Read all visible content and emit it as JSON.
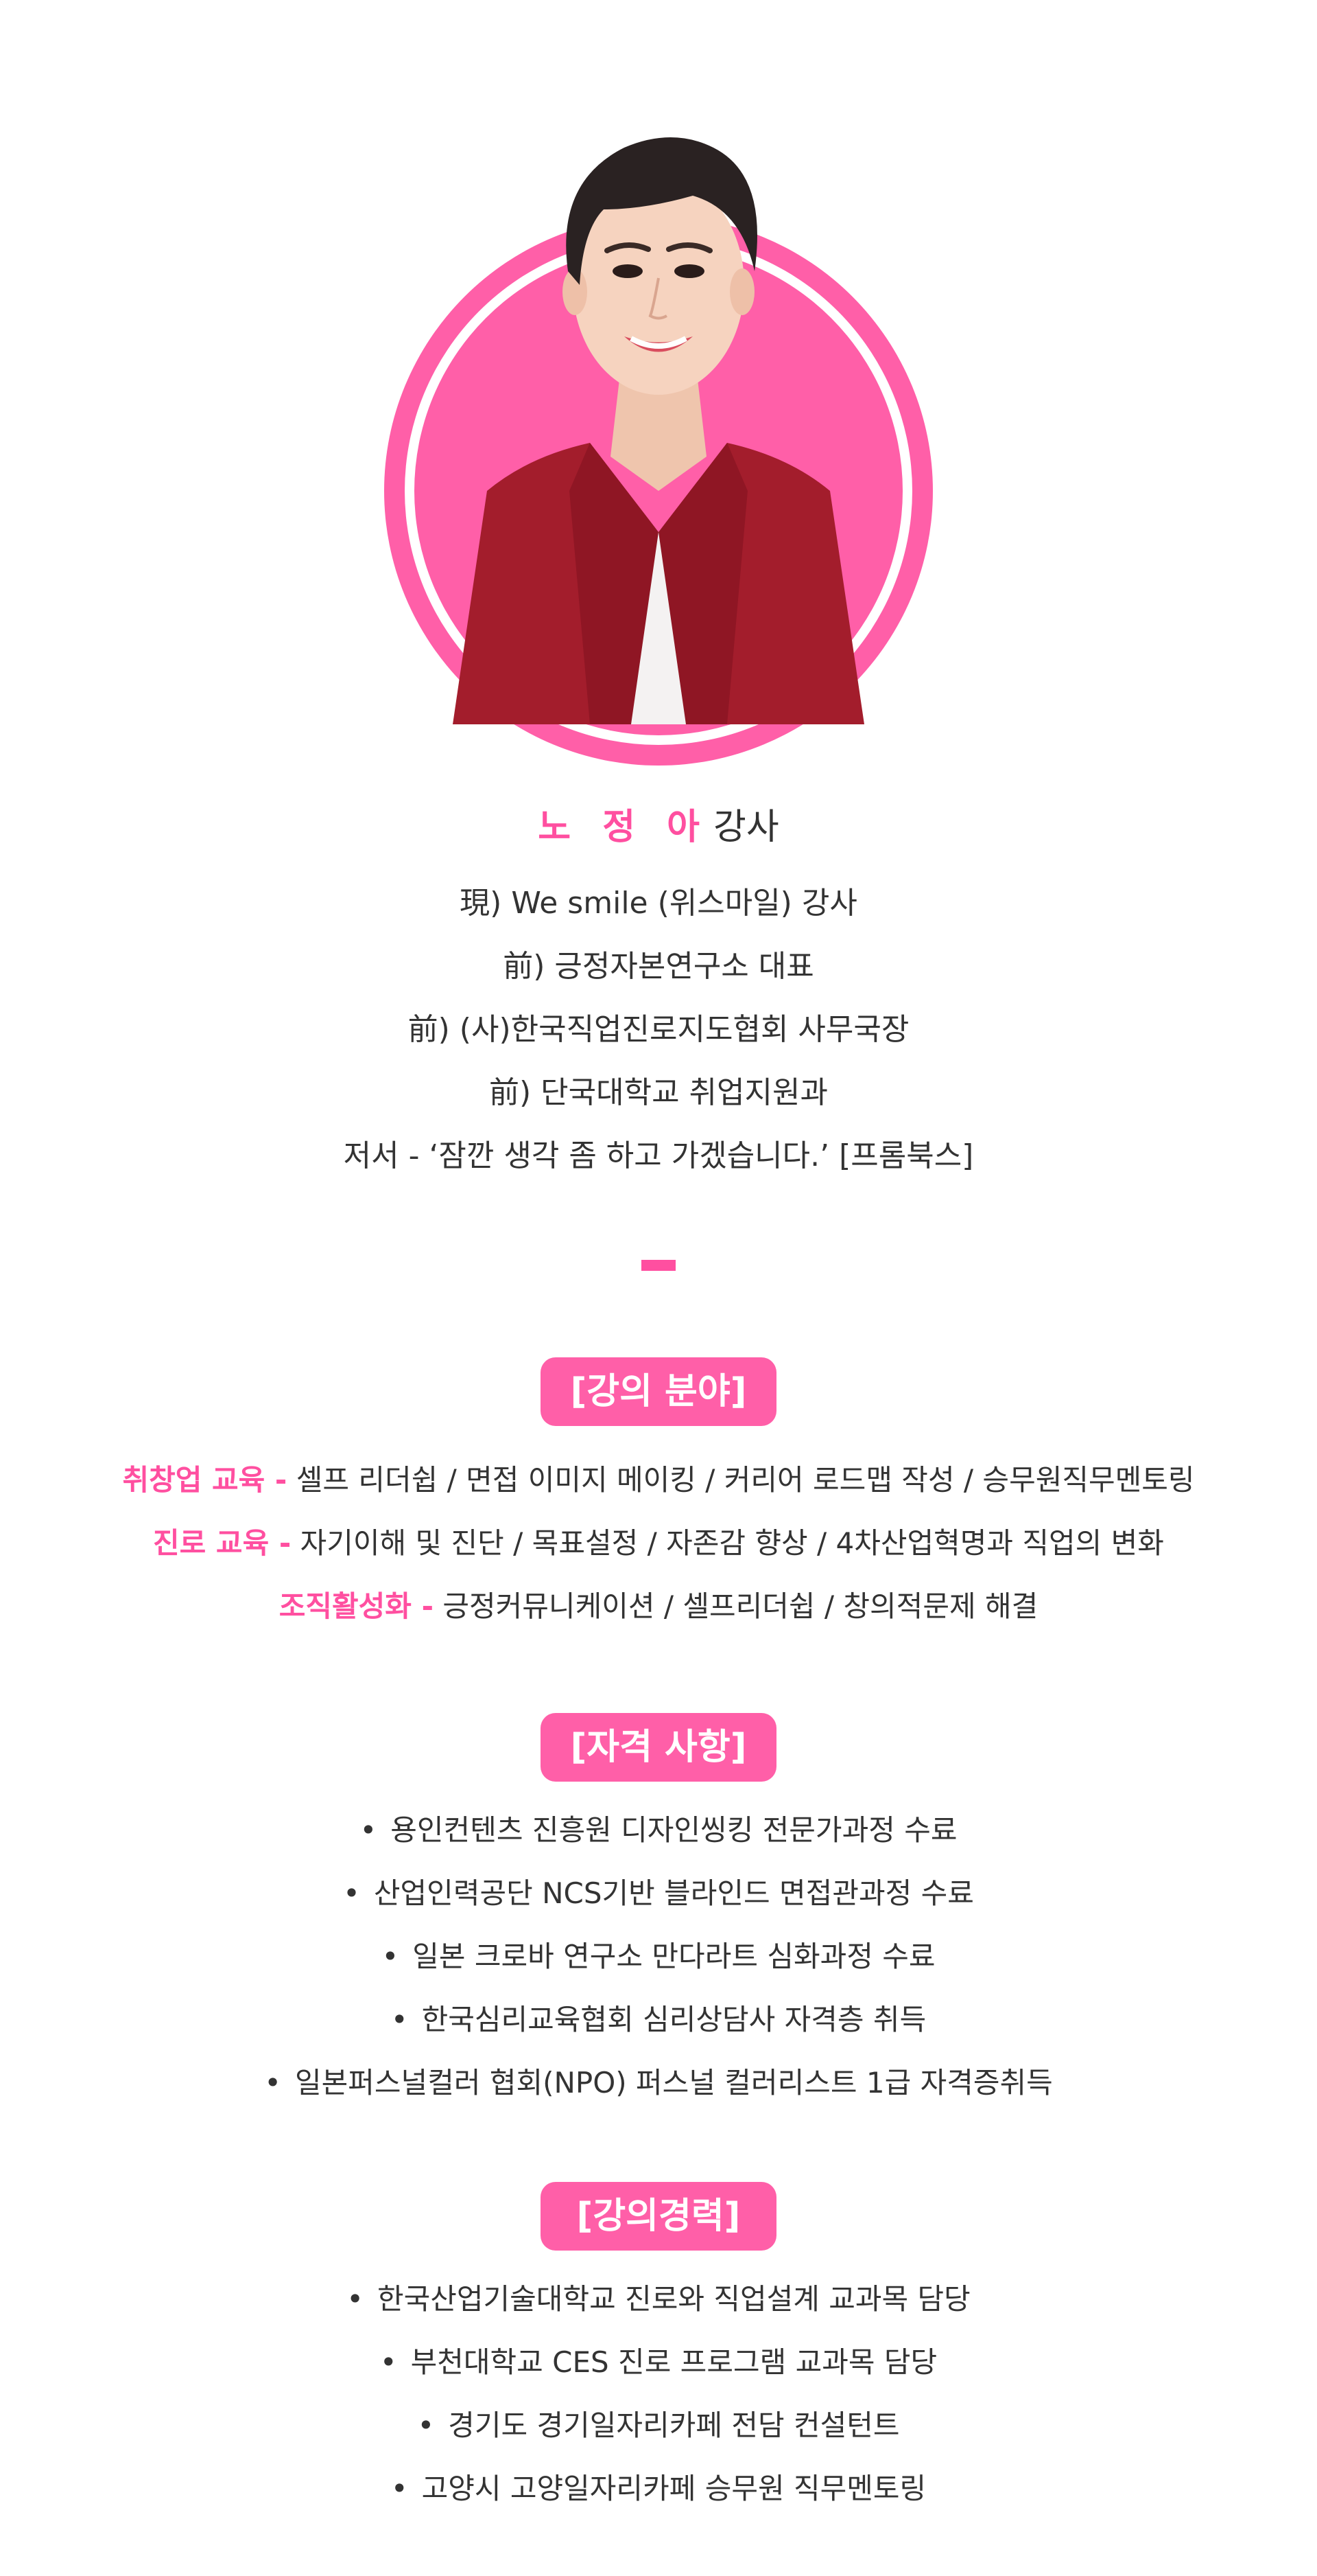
{
  "profile": {
    "name": "노 정 아",
    "title": "강사",
    "career": [
      "現) We smile (위스마일) 강사",
      "前) 긍정자본연구소 대표",
      "前) (사)한국직업진로지도협회 사무국장",
      "前) 단국대학교 취업지원과",
      "저서 - ‘잠깐 생각 좀 하고 가겠습니다.’ [프롬북스]"
    ]
  },
  "lecture_fields": {
    "heading": "[강의 분야]",
    "items": [
      {
        "label": "취창업 교육 -",
        "text": "셀프 리더쉽 / 면접 이미지 메이킹 / 커리어 로드맵 작성 / 승무원직무멘토링"
      },
      {
        "label": "진로 교육 -",
        "text": "자기이해 및 진단 / 목표설정 / 자존감 향상 / 4차산업혁명과 직업의 변화"
      },
      {
        "label": "조직활성화 -",
        "text": "긍정커뮤니케이션 / 셀프리더쉽 / 창의적문제  해결"
      }
    ]
  },
  "qualifications": {
    "heading": "[자격 사항]",
    "items": [
      "용인컨텐츠 진흥원 디자인씽킹 전문가과정 수료",
      "산업인력공단 NCS기반 블라인드 면접관과정 수료",
      "일본 크로바 연구소 만다라트 심화과정 수료",
      "한국심리교육협회 심리상담사 자격층 취득",
      "일본퍼스널컬러 협회(NPO) 퍼스널 컬러리스트 1급 자격증취득"
    ]
  },
  "lecture_career": {
    "heading": "[강의경력]",
    "items": [
      "한국산업기술대학교 진로와 직업설계 교과목 담당",
      "부천대학교 CES 진로 프로그램 교과목 담당",
      "경기도 경기일자리카페 전담 컨설턴트",
      "고양시 고양일자리카페 승무원 직무멘토링"
    ]
  },
  "colors": {
    "accent": "#ff4fa0",
    "badge": "#ff5fa8",
    "text": "#333333"
  }
}
